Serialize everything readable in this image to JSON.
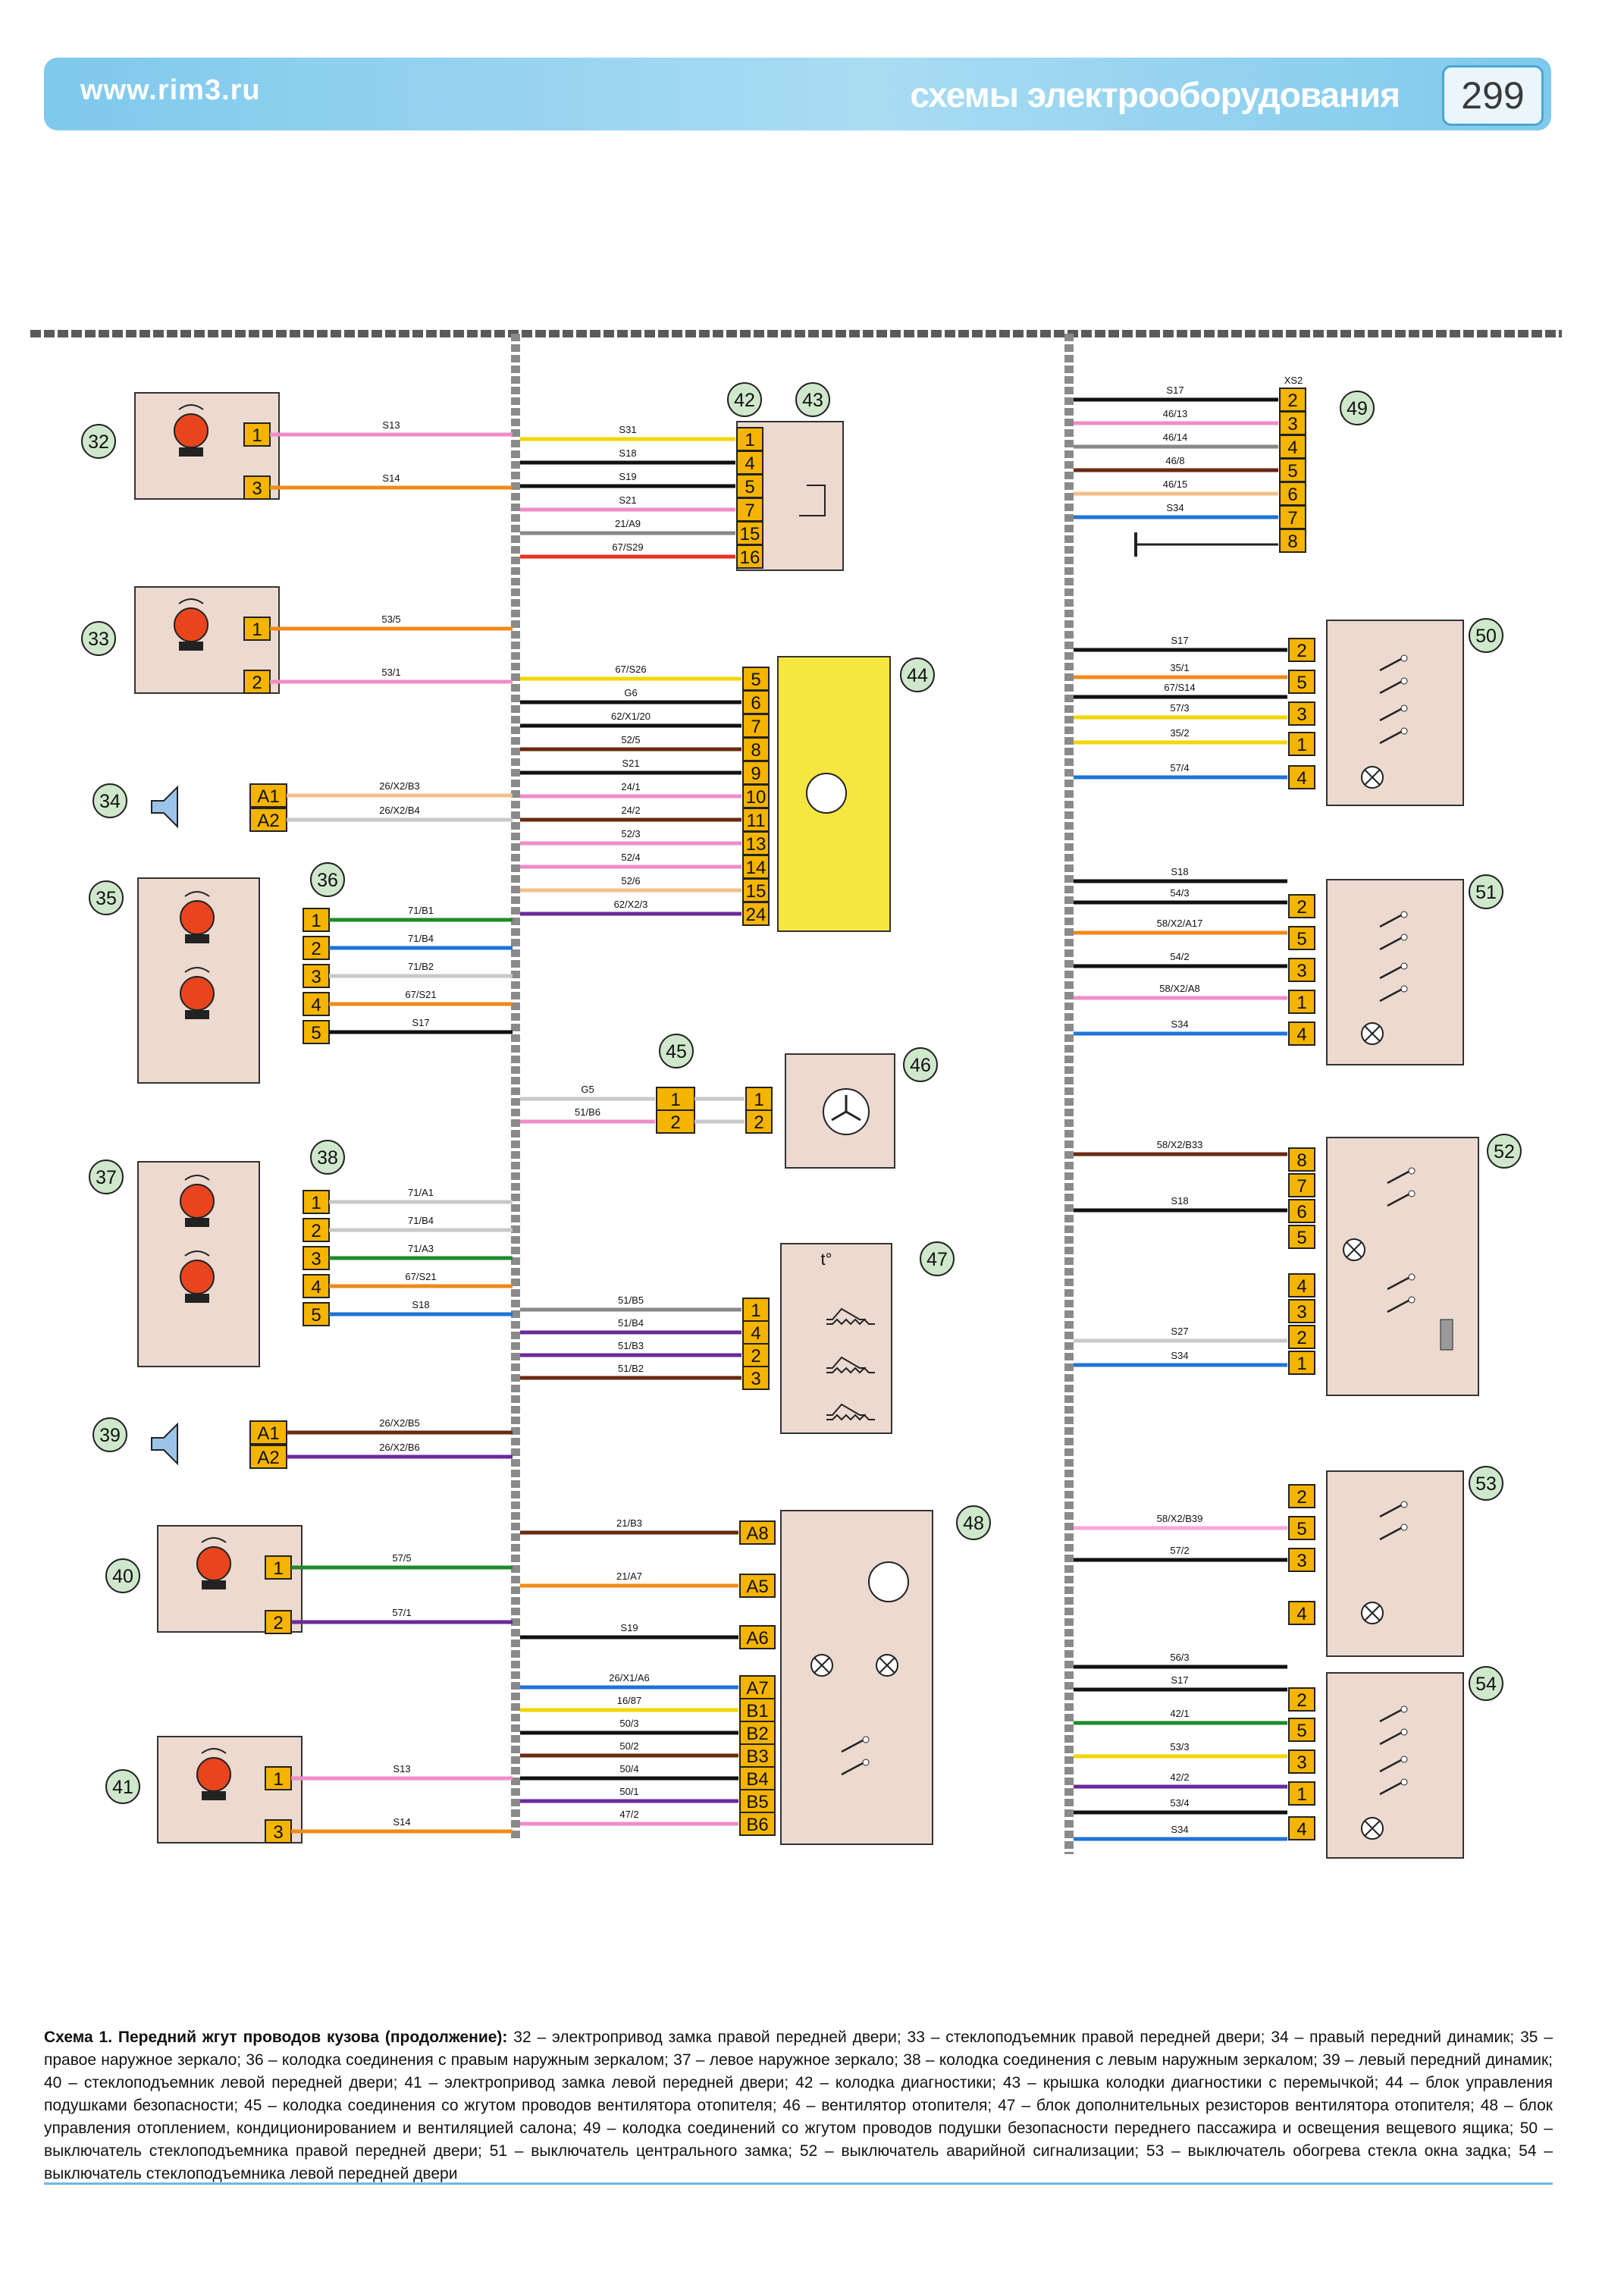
{
  "header": {
    "site": "www.rim3.ru",
    "section_title": "схемы электрооборудования",
    "page_number": "299"
  },
  "colors": {
    "header": "#7fc9ec",
    "component_fill": "#ecd9cf",
    "pin_fill": "#f4b400",
    "unit44_fill": "#f5e640",
    "callout_fill": "#cfe8cc"
  },
  "caption": {
    "title": "Схема 1. Передний жгут проводов кузова (продолжение):",
    "text": "32 – электропривод замка правой передней двери; 33 – стеклоподъемник правой передней двери; 34 – правый передний динамик; 35 – правое наружное зеркало; 36 – колодка соединения с правым наружным зеркалом; 37 – левое наружное зеркало; 38 – колодка соединения с левым наружным зеркалом; 39 – левый передний динамик; 40 – стеклоподъемник левой передней двери; 41 – электропривод замка левой передней двери; 42 – колодка диагностики; 43 – крышка колодки диагностики с перемычкой; 44 – блок управления подушками безопасности; 45 – колодка соединения со жгутом проводов вентилятора отопителя; 46 – вентилятор отопителя; 47 – блок дополнительных резисторов вентилятора отопителя; 48 – блок управления отоплением, кондиционированием и вентиляцией салона; 49 – колодка соединений со жгутом проводов подушки безопасности переднего пассажира и освещения вещевого ящика; 50 – выключатель стеклоподъемника правой передней двери; 51 – выключатель центрального замка; 52 – выключатель аварийной сигнализации; 53 – выключатель обогрева стекла окна задка; 54 – выключатель стеклоподъемника левой передней двери"
  },
  "diagram": {
    "callouts": [
      "32",
      "33",
      "34",
      "35",
      "36",
      "37",
      "38",
      "39",
      "40",
      "41",
      "42",
      "43",
      "44",
      "45",
      "46",
      "47",
      "48",
      "49",
      "50",
      "51",
      "52",
      "53",
      "54"
    ],
    "connector_49_label": "XS2",
    "sections": {
      "c32": {
        "pins": [
          "1",
          "3"
        ],
        "wires": [
          "S13",
          "S14"
        ]
      },
      "c33": {
        "pins": [
          "1",
          "2"
        ],
        "wires": [
          "53/5",
          "53/1"
        ]
      },
      "c34": {
        "pins": [
          "A1",
          "A2"
        ],
        "wires": [
          "26/X2/B3",
          "26/X2/B4"
        ]
      },
      "c36": {
        "pins": [
          "1",
          "2",
          "3",
          "4",
          "5"
        ],
        "wires": [
          "71/B1",
          "71/B4",
          "71/B2",
          "67/S21",
          "S17"
        ]
      },
      "c38": {
        "pins": [
          "1",
          "2",
          "3",
          "4",
          "5"
        ],
        "wires": [
          "71/A1",
          "71/B4",
          "71/A3",
          "67/S21",
          "S18"
        ]
      },
      "c39": {
        "pins": [
          "A1",
          "A2"
        ],
        "wires": [
          "26/X2/B5",
          "26/X2/B6"
        ]
      },
      "c40": {
        "pins": [
          "1",
          "2"
        ],
        "wires": [
          "57/5",
          "57/1"
        ]
      },
      "c41": {
        "pins": [
          "1",
          "3"
        ],
        "wires": [
          "S13",
          "S14"
        ]
      },
      "c42": {
        "pins": [
          "1",
          "4",
          "5",
          "7",
          "15",
          "16"
        ],
        "wires": [
          "S31",
          "S18",
          "S19",
          "S21",
          "21/A9",
          "67/S29"
        ]
      },
      "c44": {
        "pins": [
          "5",
          "6",
          "7",
          "8",
          "9",
          "10",
          "11",
          "13",
          "14",
          "15",
          "24"
        ],
        "wires": [
          "67/S26",
          "G6",
          "62/X1/20",
          "52/5",
          "S21",
          "24/1",
          "24/2",
          "52/3",
          "52/4",
          "52/6",
          "62/X2/3"
        ]
      },
      "c45": {
        "pins": [
          "1",
          "2"
        ],
        "wires": [
          "G5",
          "51/B6"
        ]
      },
      "c46": {
        "pins": [
          "1",
          "2"
        ]
      },
      "c47": {
        "pins": [
          "1",
          "4",
          "2",
          "3"
        ],
        "wires": [
          "51/B5",
          "51/B4",
          "51/B3",
          "51/B2"
        ],
        "temp_label": "t°"
      },
      "c48": {
        "pins": [
          "A8",
          "A5",
          "A6",
          "A7",
          "B1",
          "B2",
          "B3",
          "B4",
          "B5",
          "B6"
        ],
        "wires": [
          "21/B3",
          "21/A7",
          "S19",
          "26/X1/A6",
          "16/87",
          "50/3",
          "50/2",
          "50/4",
          "50/1",
          "47/2"
        ]
      },
      "c49": {
        "pins": [
          "2",
          "3",
          "4",
          "5",
          "6",
          "7",
          "8"
        ],
        "wires": [
          "S17",
          "46/13",
          "46/14",
          "46/8",
          "46/15",
          "S34"
        ]
      },
      "c50": {
        "pins": [
          "2",
          "5",
          "3",
          "1",
          "4"
        ],
        "wires": [
          "S17",
          "35/1",
          "67/S14",
          "57/3",
          "35/2",
          "57/4"
        ]
      },
      "c51": {
        "pins": [
          "2",
          "5",
          "3",
          "1",
          "4"
        ],
        "wires": [
          "S18",
          "54/3",
          "58/X2/A17",
          "54/2",
          "58/X2/A8",
          "S34"
        ]
      },
      "c52": {
        "pins": [
          "8",
          "7",
          "6",
          "5",
          "4",
          "3",
          "2",
          "1"
        ],
        "wires": [
          "58/X2/B33",
          "S18",
          "S27",
          "S34"
        ]
      },
      "c53": {
        "pins": [
          "2",
          "5",
          "3",
          "4"
        ],
        "wires": [
          "58/X2/B39",
          "57/2"
        ]
      },
      "c54": {
        "pins": [
          "2",
          "5",
          "3",
          "1",
          "4"
        ],
        "wires": [
          "56/3",
          "S17",
          "42/1",
          "53/3",
          "42/2",
          "53/4",
          "S34"
        ]
      }
    }
  }
}
